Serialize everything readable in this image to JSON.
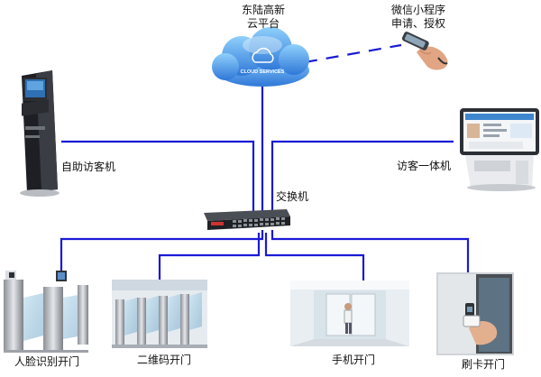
{
  "labels": {
    "cloud_platform": [
      "东陆高新",
      "云平台"
    ],
    "cloud_badge": "CLOUD SERVICES",
    "wechat": [
      "微信小程序",
      "申请、授权"
    ],
    "kiosk": "自助访客机",
    "terminal": "访客一体机",
    "switch": "交换机",
    "face_gate": "人脸识别开门",
    "qr_gate": "二维码开门",
    "phone_door": "手机开门",
    "card_door": "刷卡开门"
  },
  "colors": {
    "line": "#1a1ad6",
    "cloud": "#3a86e0",
    "cloud_light": "#7cc0f5",
    "dash": "#1a1ad6"
  }
}
